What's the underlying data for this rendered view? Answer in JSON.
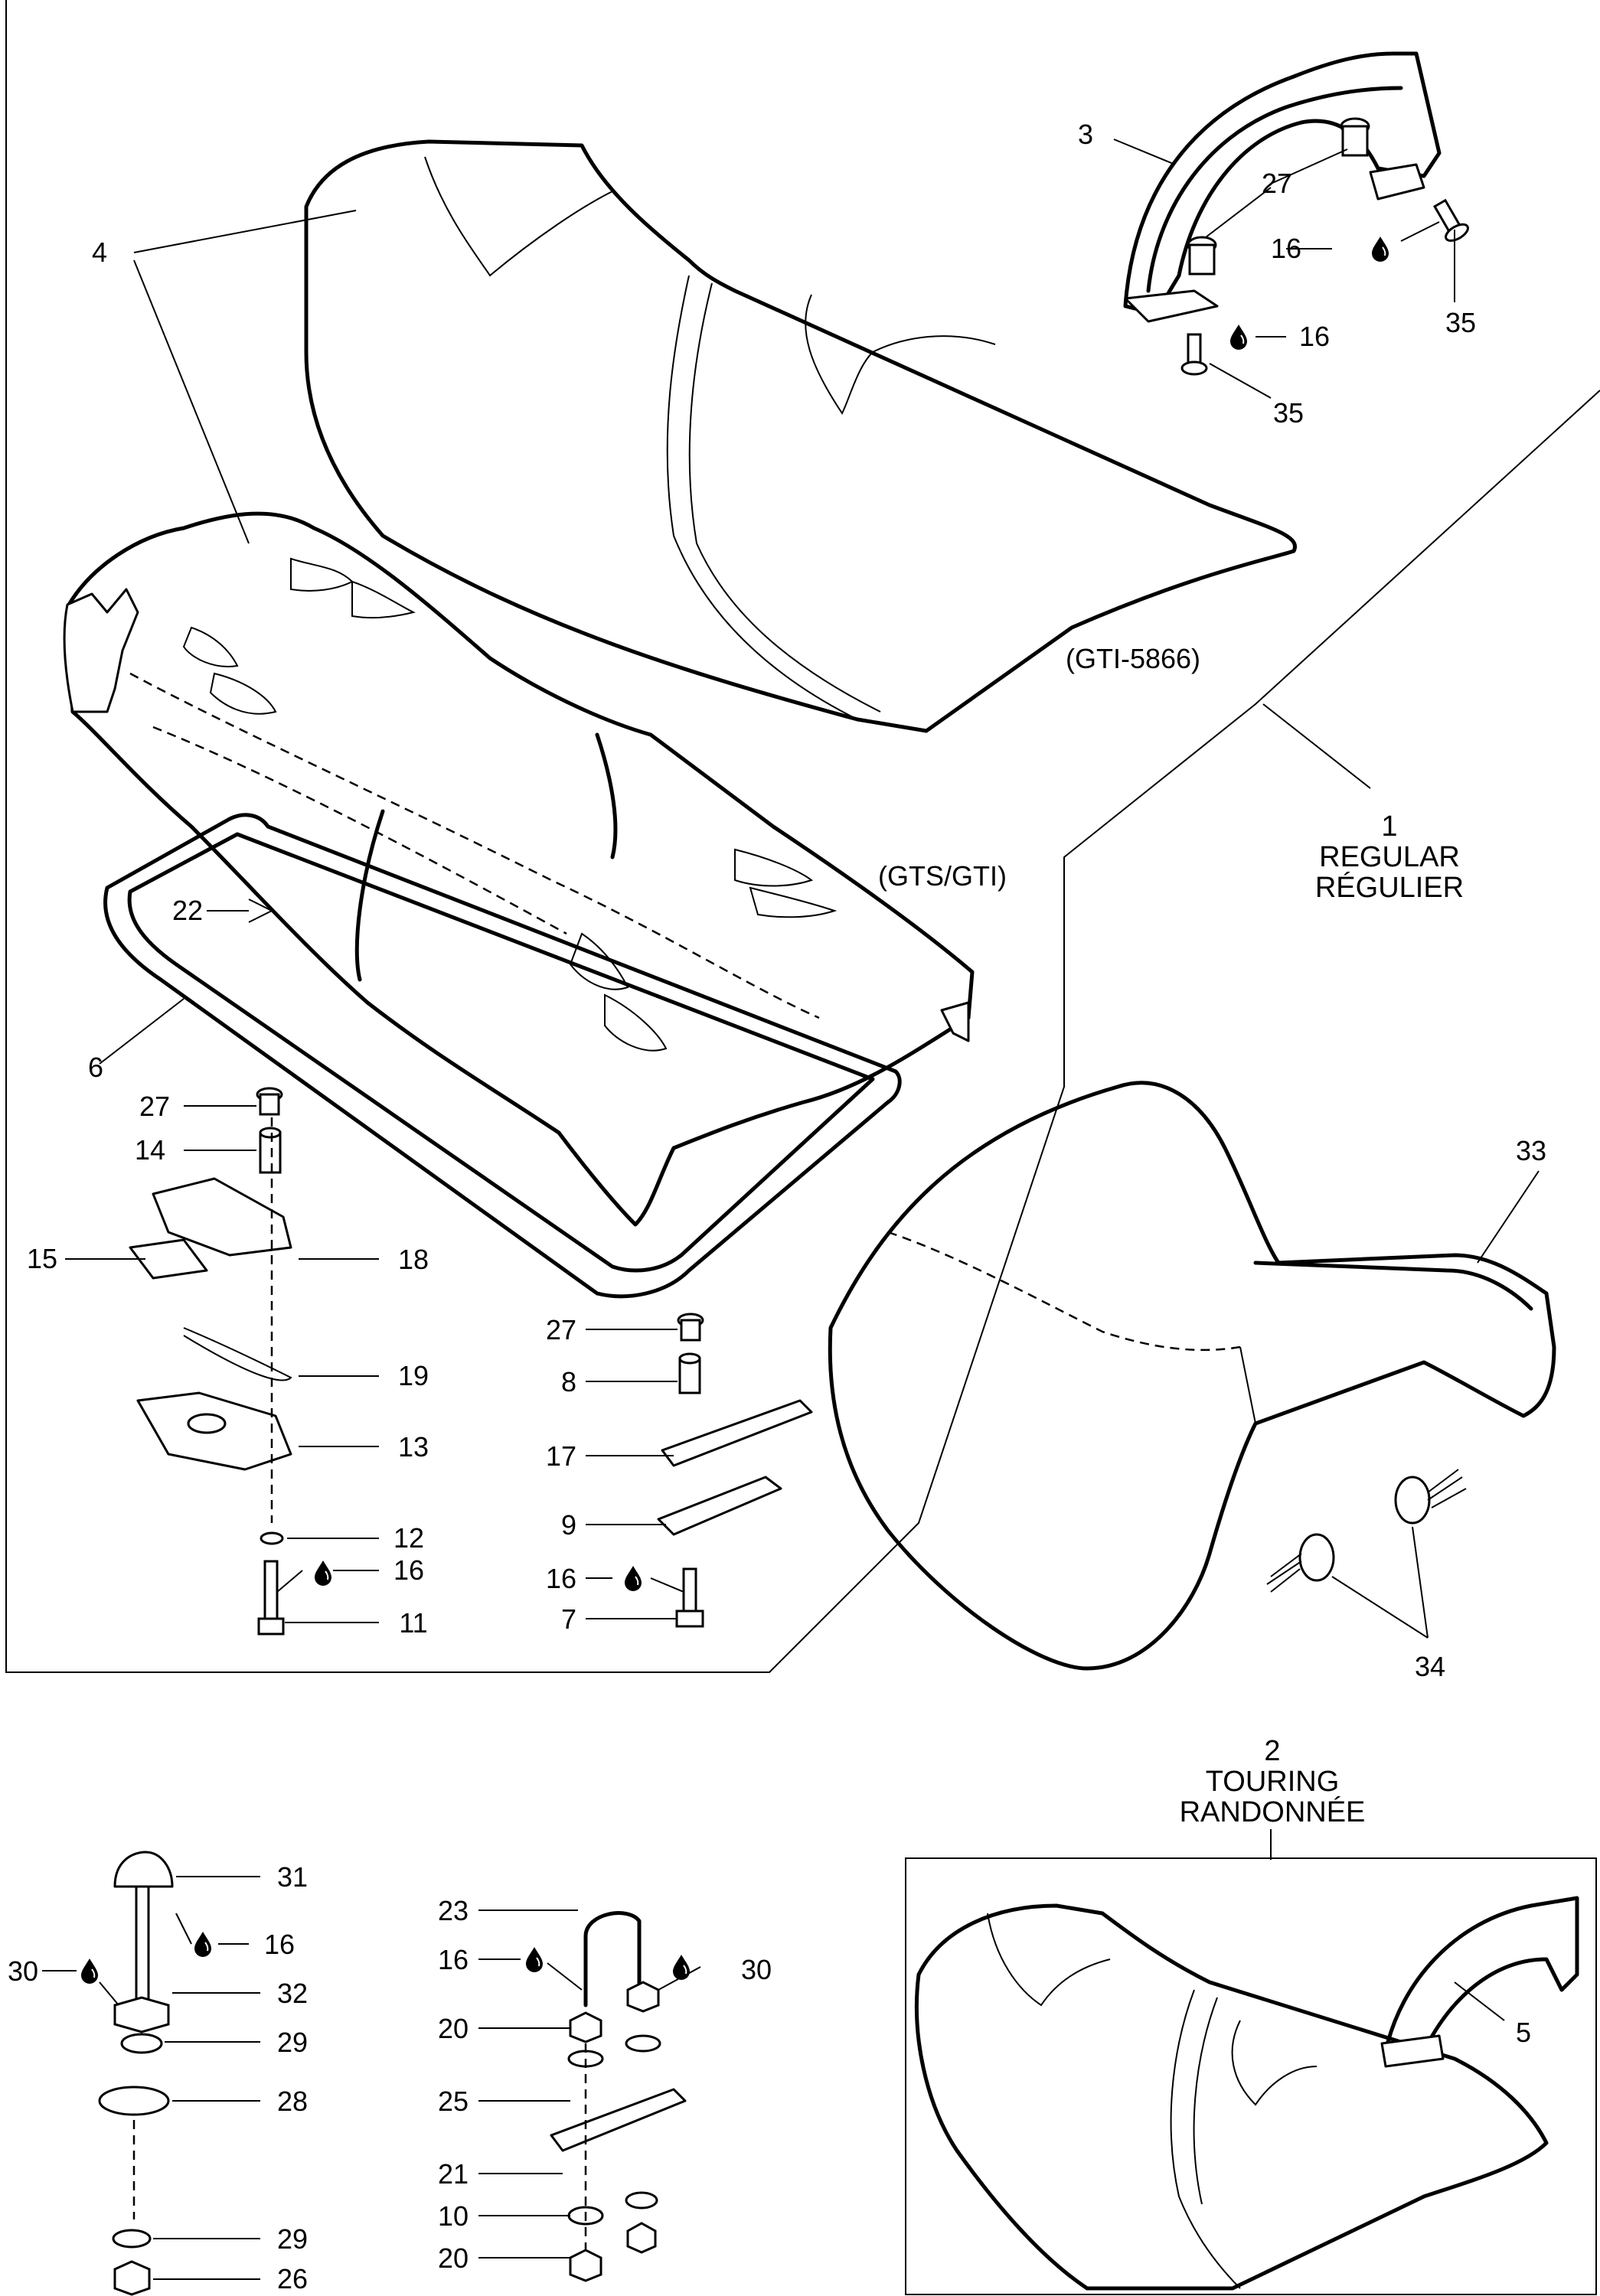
{
  "callouts": {
    "c1": "1",
    "regular": "REGULAR",
    "regulier": "RÉGULIER",
    "c2": "2",
    "touring": "TOURING",
    "randonnee": "RANDONNÉE",
    "c3": "3",
    "c4": "4",
    "c5": "5",
    "c6": "6",
    "c7": "7",
    "c8": "8",
    "c9": "9",
    "c10": "10",
    "c11": "11",
    "c12": "12",
    "c13": "13",
    "c14": "14",
    "c15": "15",
    "c16": "16",
    "c17": "17",
    "c18": "18",
    "c19": "19",
    "c20": "20",
    "c21": "21",
    "c22": "22",
    "c23": "23",
    "c25": "25",
    "c26": "26",
    "c27": "27",
    "c28": "28",
    "c29": "29",
    "c30": "30",
    "c31": "31",
    "c32": "32",
    "c33": "33",
    "c34": "34",
    "c35": "35"
  },
  "model_notes": {
    "gti_5866": "(GTI-5866)",
    "gts_gti": "(GTS/GTI)"
  },
  "icons": {
    "loctite_drop": "drop-icon"
  }
}
